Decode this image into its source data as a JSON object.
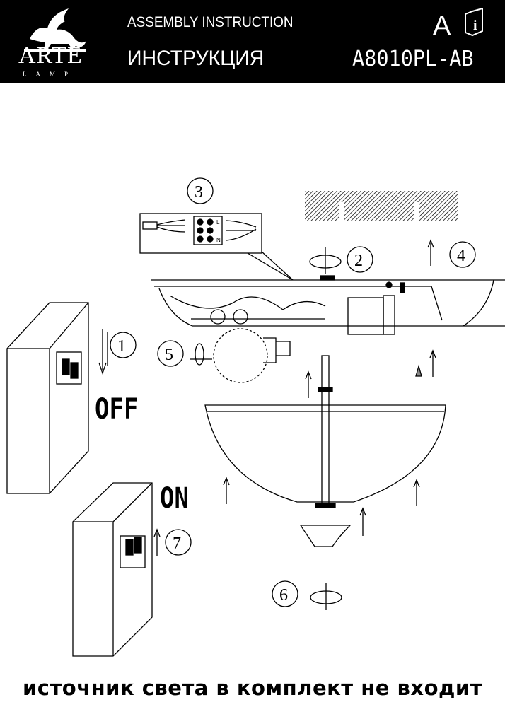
{
  "header": {
    "brand": "ARTE",
    "brand_sub": "LAMP",
    "title_en": "ASSEMBLY INSTRUCTION",
    "title_ru": "ИНСТРУКЦИЯ",
    "section_letter": "A",
    "model": "A8010PL-AB",
    "info_glyph": "i"
  },
  "steps": [
    "1",
    "2",
    "3",
    "4",
    "5",
    "6",
    "7"
  ],
  "switch_labels": {
    "off": "OFF",
    "on": "ON"
  },
  "terminal_labels": {
    "live": "L",
    "neutral": "N"
  },
  "footer": "источник света в комплект не входит"
}
